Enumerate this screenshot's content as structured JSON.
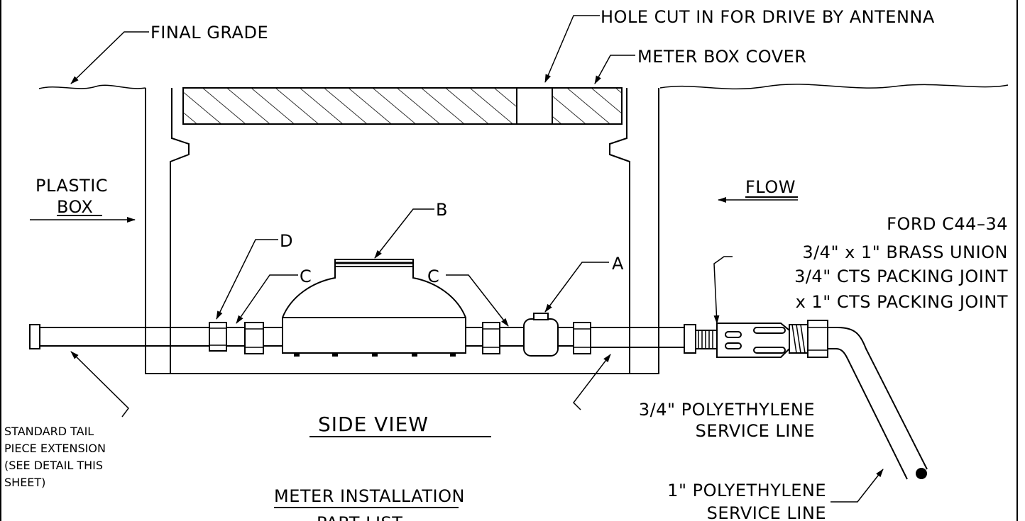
{
  "drawing": {
    "view_title": "SIDE VIEW",
    "section_title": "METER INSTALLATION",
    "section_subtitle": "PART LIST"
  },
  "labels": {
    "final_grade": "FINAL GRADE",
    "hole_cut": "HOLE CUT IN FOR DRIVE BY ANTENNA",
    "meter_box_cover": "METER BOX COVER",
    "plastic_box_line1": "PLASTIC",
    "plastic_box_line2": "BOX",
    "flow": "FLOW",
    "callout_a": "A",
    "callout_b": "B",
    "callout_c": "C",
    "callout_d": "D",
    "ford_line1": "FORD C44–34",
    "ford_line2": "3/4\" x 1\" BRASS UNION",
    "ford_line3": "3/4\" CTS PACKING JOINT",
    "ford_line4": "x 1\" CTS PACKING JOINT",
    "poly34_line1": "3/4\" POLYETHYLENE",
    "poly34_line2": "SERVICE LINE",
    "poly1_line1": "1\" POLYETHYLENE",
    "poly1_line2": "SERVICE LINE",
    "tail_line1": "STANDARD TAIL",
    "tail_line2": "PIECE EXTENSION",
    "tail_line3": "(SEE DETAIL THIS",
    "tail_line4": "SHEET)"
  }
}
